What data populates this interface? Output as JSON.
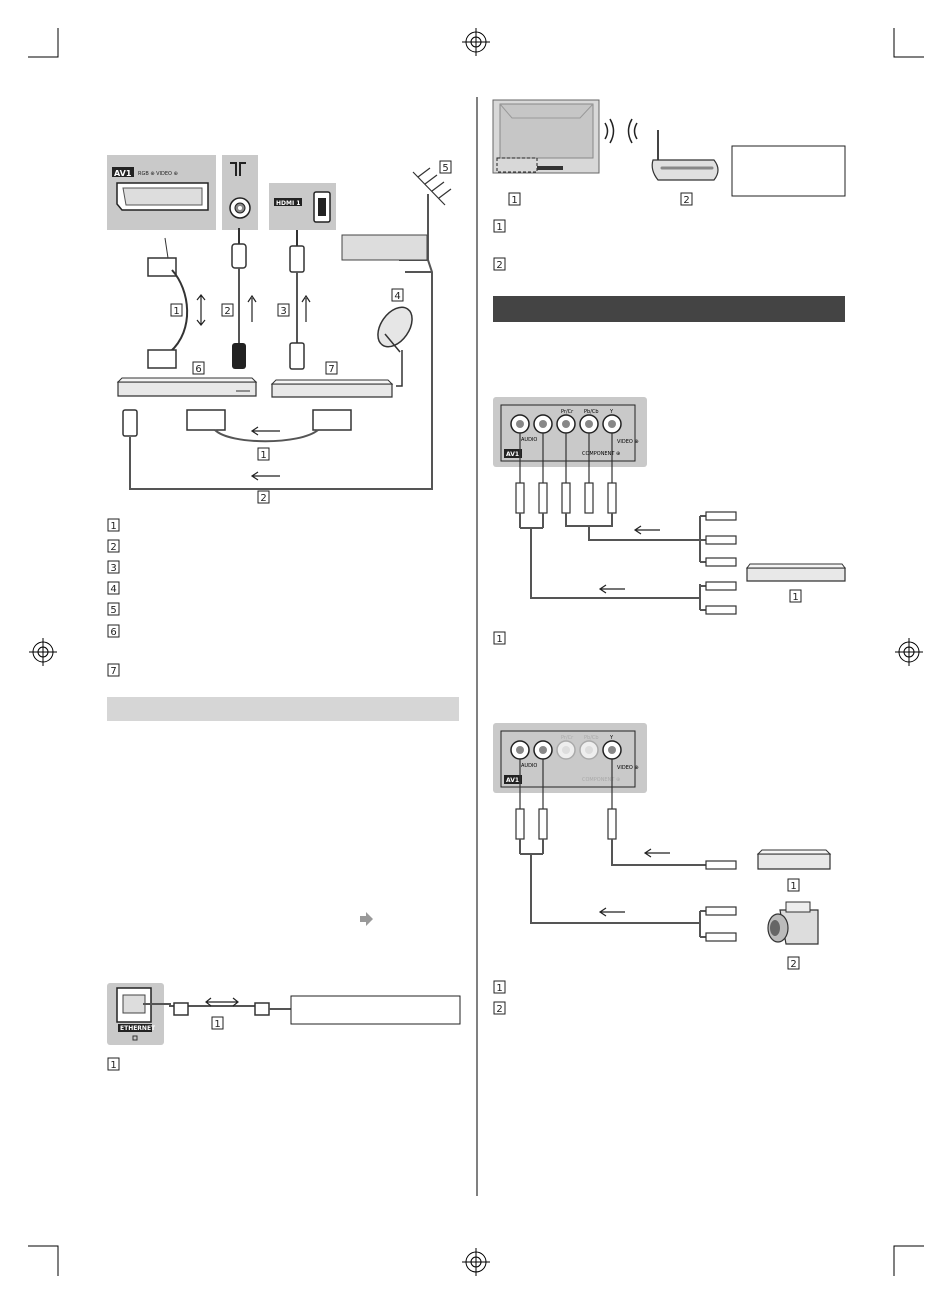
{
  "legend_numbers": [
    "1",
    "2",
    "3",
    "4",
    "5",
    "6",
    "7"
  ],
  "left_diagram": {
    "scart_label": "AV1",
    "scart_sub": "RGB ⊕ VIDEO ⊕",
    "hdmi_label": "HDMI 1"
  },
  "ethernet_label": "ETHERNET",
  "wireless_numbers": [
    "1",
    "2"
  ],
  "component_diagram": {
    "panel_label": "AV1",
    "jack_labels": [
      "",
      "",
      "Pr/Cr",
      "Pb/Cb",
      "Y"
    ],
    "audio_label": "AUDIO",
    "component_label": "COMPONENT ⊕",
    "video_label": "VIDEO ⊕"
  },
  "composite_diagram": {
    "panel_label": "AV1",
    "jack_labels": [
      "",
      "",
      "Pr/Cr",
      "Pb/Cb",
      "Y"
    ],
    "audio_label": "AUDIO",
    "component_label": "COMPONENT ⊕",
    "video_label": "VIDEO ⊕"
  }
}
